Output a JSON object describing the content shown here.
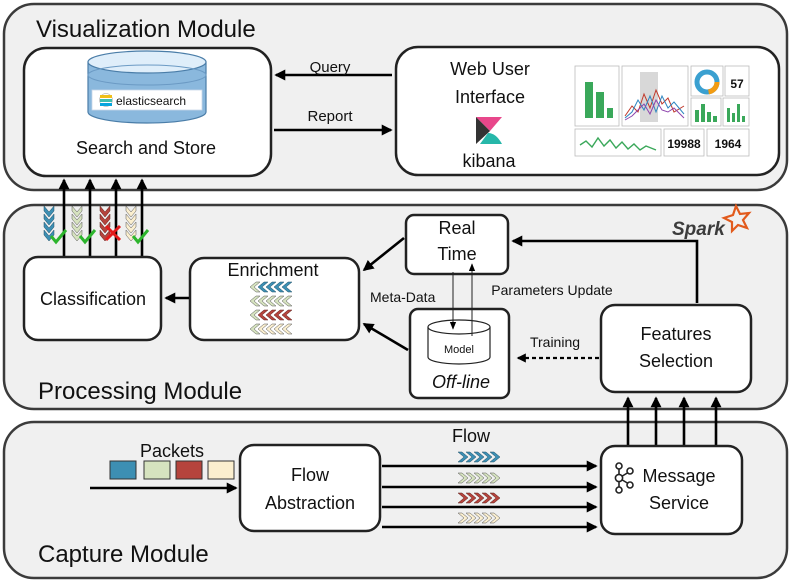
{
  "modules": {
    "visualization": "Visualization Module",
    "processing": "Processing Module",
    "capture": "Capture Module"
  },
  "search_store": {
    "brand": "elasticsearch",
    "label": "Search and Store"
  },
  "web_ui": {
    "line1": "Web User",
    "line2": "Interface",
    "brand": "kibana",
    "dashboard_numbers": [
      "57",
      "19988",
      "1964"
    ]
  },
  "edges": {
    "query": "Query",
    "report": "Report",
    "meta_data": "Meta-Data",
    "parameters_update": "Parameters Update",
    "training": "Training",
    "flow": "Flow",
    "packets": "Packets"
  },
  "processing": {
    "spark": "Spark",
    "real_time_1": "Real",
    "real_time_2": "Time",
    "enrichment": "Enrichment",
    "classification": "Classification",
    "model": "Model",
    "offline": "Off-line",
    "features_1": "Features",
    "features_2": "Selection"
  },
  "capture": {
    "flow_abs_1": "Flow",
    "flow_abs_2": "Abstraction",
    "msg_1": "Message",
    "msg_2": "Service"
  },
  "colors": {
    "blue": "#3d8fb3",
    "green": "#d6e3bf",
    "red": "#b5443d",
    "cream": "#fbefcf",
    "kibana_pink": "#e8478b",
    "kibana_teal": "#26b7a9",
    "spark_orange": "#e25a1c"
  }
}
